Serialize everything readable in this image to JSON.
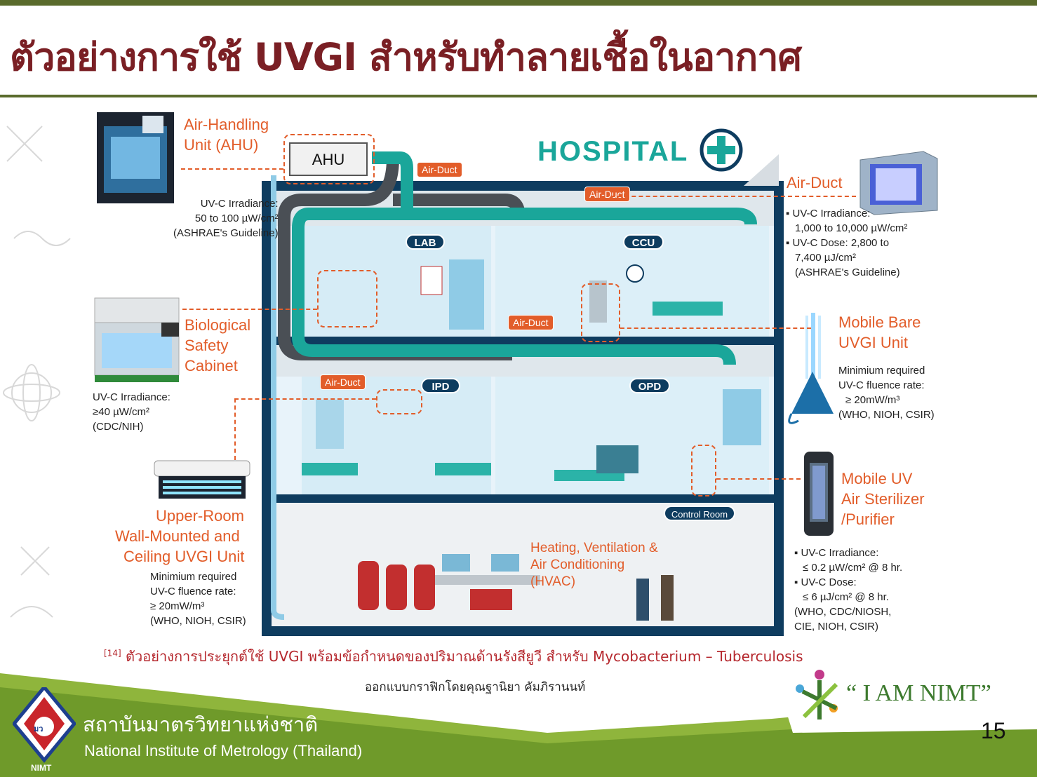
{
  "slide": {
    "title": "ตัวอย่างการใช้ UVGI สำหรับทำลายเชื้อในอากาศ",
    "page_number": "15"
  },
  "building": {
    "hospital_label": "HOSPITAL",
    "ahu_unit_label": "AHU",
    "rooms": [
      "LAB",
      "CCU",
      "IPD",
      "OPD",
      "Control Room"
    ],
    "duct_tags": [
      "Air-Duct",
      "Air-Duct",
      "Air-Duct",
      "Air-Duct"
    ],
    "hvac_label": "Heating, Ventilation & Air Conditioning (HVAC)"
  },
  "callouts": {
    "ahu": {
      "title_line1": "Air-Handling",
      "title_line2": "Unit (AHU)",
      "notes": [
        "UV-C Irradiance:",
        "50 to 100 µW/cm²",
        "(ASHRAE's Guideline)"
      ]
    },
    "bsc": {
      "title_line1": "Biological",
      "title_line2": "Safety",
      "title_line3": "Cabinet",
      "notes": [
        "UV-C Irradiance:",
        "≥40 µW/cm²",
        "(CDC/NIH)"
      ]
    },
    "upper_room": {
      "title_line1": "Upper-Room",
      "title_line2": "Wall-Mounted and",
      "title_line3": "Ceiling UVGI Unit",
      "notes": [
        "Minimium required",
        "UV-C fluence rate:",
        "≥ 20mW/m³",
        "(WHO, NIOH, CSIR)"
      ]
    },
    "air_duct": {
      "title": "Air-Duct",
      "notes": [
        "▪ UV-C Irradiance:",
        "1,000 to 10,000 µW/cm²",
        "▪ UV-C Dose: 2,800 to",
        "7,400 µJ/cm²",
        "(ASHRAE's Guideline)"
      ]
    },
    "mobile_bare": {
      "title_line1": "Mobile Bare",
      "title_line2": "UVGI Unit",
      "notes": [
        "Minimium required",
        "UV-C fluence rate:",
        "≥ 20mW/m³",
        "(WHO, NIOH, CSIR)"
      ]
    },
    "mobile_sterilizer": {
      "title_line1": "Mobile UV",
      "title_line2": "Air Sterilizer",
      "title_line3": "/Purifier",
      "notes": [
        "▪ UV-C Irradiance:",
        "≤ 0.2 µW/cm² @ 8 hr.",
        "▪ UV-C Dose:",
        "≤ 6 µJ/cm² @ 8 hr.",
        "(WHO, CDC/NIOSH,",
        "CIE, NIOH, CSIR)"
      ]
    }
  },
  "caption": {
    "ref": "[14]",
    "text": "ตัวอย่างการประยุกต์ใช้ UVGI พร้อมข้อกำหนดของปริมาณด้านรังสียูวี สำหรับ Mycobacterium – Tuberculosis",
    "credit": "ออกแบบกราฟิกโดยคุณฐานิยา คัมภิรานนท์"
  },
  "footer": {
    "institute_th": "สถาบันมาตรวิทยาแห่งชาติ",
    "institute_en": "National Institute of Metrology (Thailand)",
    "logo_text": "มว",
    "logo_sub": "NIMT",
    "slogan": "“ I AM NIMT”"
  },
  "colors": {
    "title": "#7a1f24",
    "accent_orange": "#e25d2a",
    "duct_teal": "#1aa69a",
    "building_navy": "#0e3c5f",
    "footer_green": "#6f9a2a"
  }
}
